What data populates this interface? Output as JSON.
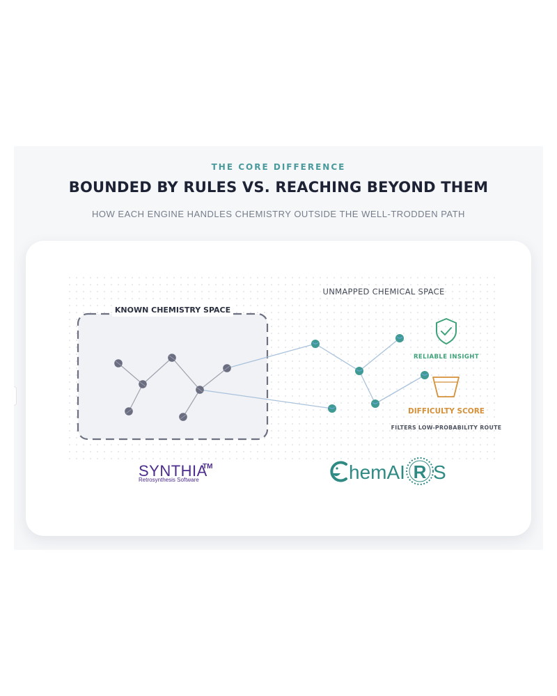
{
  "header": {
    "eyebrow": "THE CORE DIFFERENCE",
    "title": "BOUNDED BY RULES VS. REACHING BEYOND THEM",
    "subtitle": "HOW EACH ENGINE HANDLES CHEMISTRY OUTSIDE THE WELL-TRODDEN PATH"
  },
  "diagram": {
    "known_space_label": "KNOWN CHEMISTRY SPACE",
    "unmapped_space_label": "UNMAPPED CHEMICAL SPACE",
    "reliable_insight_label": "RELIABLE INSIGHT",
    "difficulty_score_label": "DIFFICULTY SCORE",
    "filters_label": "FILTERS LOW-PROBABILITY ROUTE"
  },
  "logos": {
    "synthia_name": "SYNTHIA",
    "synthia_tm": "TM",
    "synthia_tagline": "Retrosynthesis Software",
    "chemairs_text": "hemAI",
    "chemairs_suffix": "S"
  },
  "colors": {
    "teal": "#4a9a9c",
    "navy": "#1d2234",
    "node_gray": "#6b6d80",
    "node_teal": "#3e9a92",
    "edge_blue": "#a9c2dc",
    "shield_green": "#3fa27a",
    "cup_orange": "#d4913a",
    "synthia_purple": "#4c2c8c",
    "chemairs_teal": "#2f8a84"
  },
  "icons": {
    "reliable_insight": "shield-check-icon",
    "difficulty_score": "filter-cup-icon"
  }
}
